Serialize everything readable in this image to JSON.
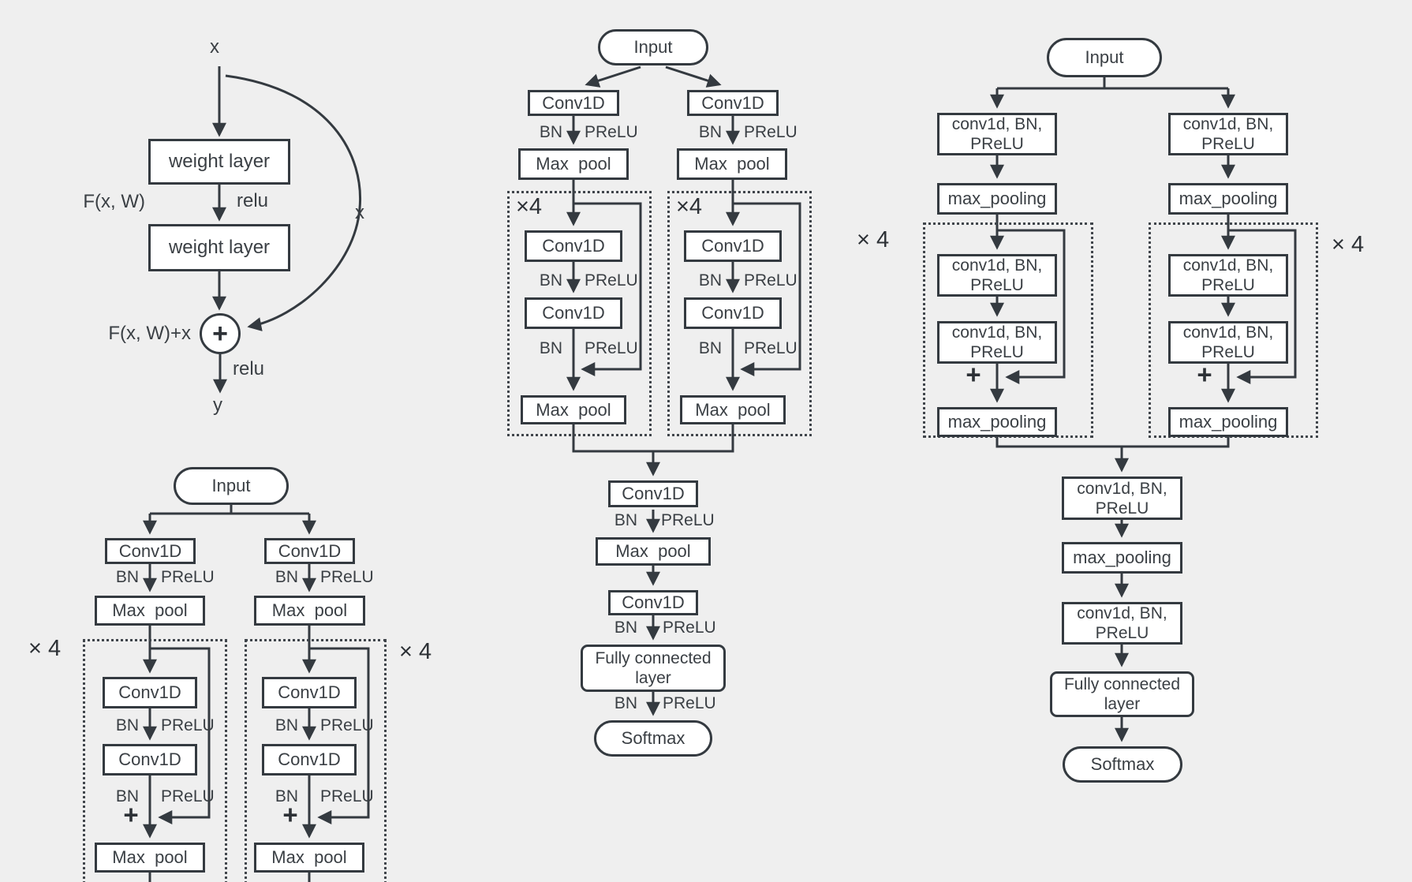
{
  "canvas": {
    "background": "#efefef",
    "stroke": "#343a40",
    "box_fill": "#ffffff"
  },
  "shared": {
    "input": "Input",
    "conv1d": "Conv1D",
    "max_pool": "Max  pool",
    "max_pooling": "max_pooling",
    "conv_bn_line1": "conv1d, BN,",
    "conv_bn_line2": "PReLU",
    "bn": "BN",
    "prelu": "PReLU",
    "fc_line1": "Fully connected",
    "fc_line2": "layer",
    "softmax": "Softmax",
    "times4": "×4",
    "times4_spaced": "× 4",
    "plus": "+"
  },
  "residual": {
    "x_in": "x",
    "weight_layer": "weight layer",
    "f_label": "F(x, W)",
    "relu": "relu",
    "sum_label": "F(x, W)+x",
    "plus": "+",
    "skip_x": "x",
    "y_out": "y"
  }
}
